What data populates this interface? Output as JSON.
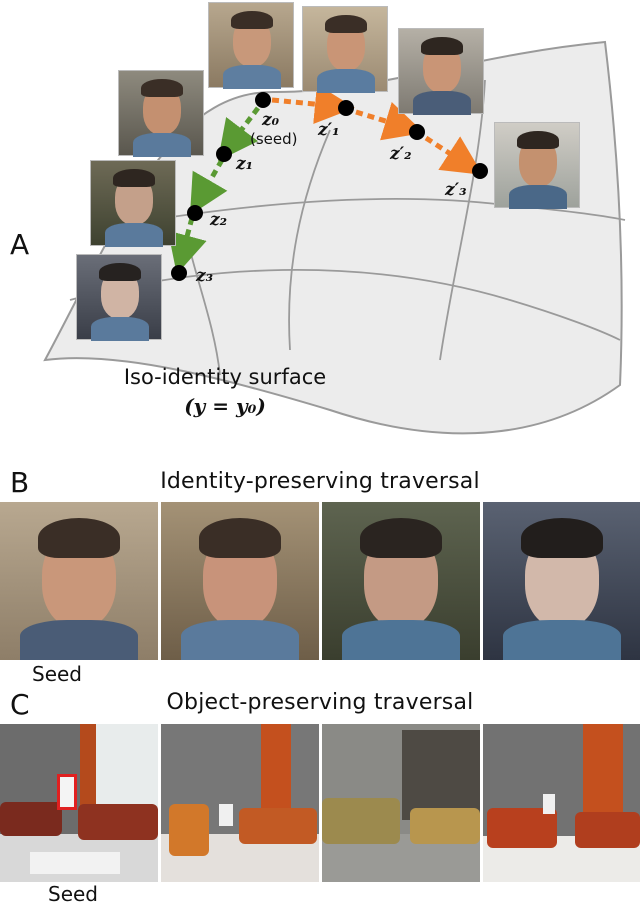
{
  "panel_a": {
    "letter": "A",
    "surface_label": "Iso-identity surface",
    "surface_equation": "(y = y₀)",
    "z_labels": {
      "z0": "z₀",
      "seed": "(seed)",
      "z1": "z₁",
      "z2": "z₂",
      "z3": "z₃",
      "z1p": "z′₁",
      "z2p": "z′₂",
      "z3p": "z′₃"
    },
    "colors": {
      "green_path": "#5a9a33",
      "orange_path": "#f07f2a",
      "surface_fill": "#ececec",
      "surface_stroke": "#9a9a9a"
    }
  },
  "panel_b": {
    "letter": "B",
    "title": "Identity-preserving traversal",
    "seed_label": "Seed",
    "image_count": 4
  },
  "panel_c": {
    "letter": "C",
    "title": "Object-preserving traversal",
    "seed_label": "Seed",
    "image_count": 4,
    "highlight_color": "#e02020"
  }
}
